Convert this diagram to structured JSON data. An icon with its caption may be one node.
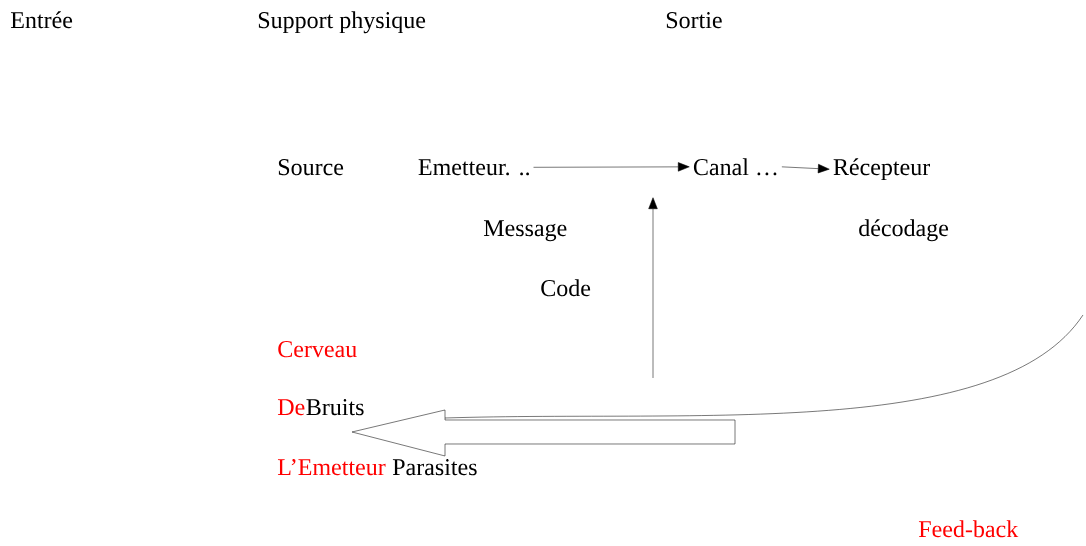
{
  "diagram": {
    "nodes": [
      {
        "text": [
          "Emetteur. .."
        ]
      },
      {
        "text": [
          "Canal …"
        ]
      },
      {
        "text": [
          "Récepteur"
        ]
      }
    ],
    "edges": [
      {
        "from": 0,
        "to": 1,
        "arrow": "to"
      },
      {
        "from": 1,
        "to": 2,
        "arrow": "to"
      }
    ],
    "labels": [
      "Entrée",
      "Support physique",
      "Sortie",
      "Source",
      "Message",
      "décodage",
      "Code",
      "Cerveau",
      "De",
      "Bruits",
      "L’Emetteur",
      "Parasites",
      "Feed-back"
    ]
  }
}
